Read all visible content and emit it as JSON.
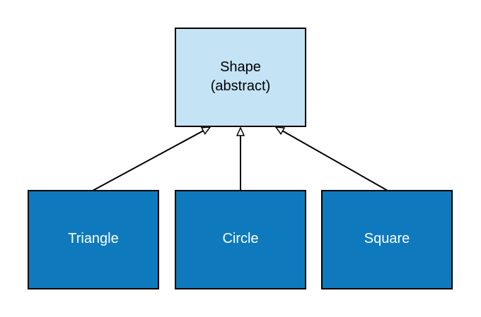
{
  "diagram": {
    "type": "class-hierarchy",
    "colors": {
      "parent_fill": "#c4e3f5",
      "child_fill": "#0e7abd",
      "stroke": "#000000",
      "parent_text": "#000000",
      "child_text": "#ffffff"
    },
    "parent": {
      "id": "shape",
      "line1": "Shape",
      "line2": "(abstract)"
    },
    "children": [
      {
        "id": "triangle",
        "label": "Triangle"
      },
      {
        "id": "circle",
        "label": "Circle"
      },
      {
        "id": "square",
        "label": "Square"
      }
    ],
    "edges": [
      {
        "from": "triangle",
        "to": "shape",
        "arrow": "hollow-triangle"
      },
      {
        "from": "circle",
        "to": "shape",
        "arrow": "hollow-triangle"
      },
      {
        "from": "square",
        "to": "shape",
        "arrow": "hollow-triangle"
      }
    ]
  }
}
